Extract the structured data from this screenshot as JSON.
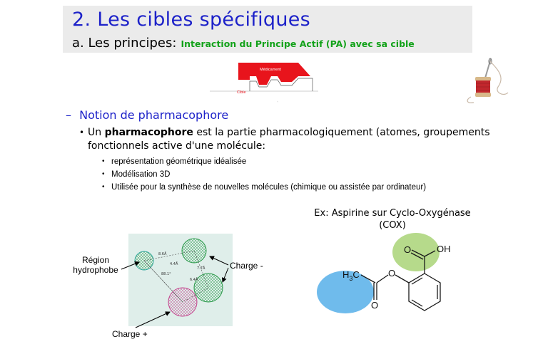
{
  "slide": {
    "title": "2. Les cibles spécifiques",
    "section": "a. Les principes:",
    "section_subtitle": "Interaction du Principe Actif (PA) avec sa cible",
    "notion_dash": "–",
    "notion_heading": "Notion de pharmacophore",
    "definition": {
      "bullet": "•",
      "pre": "Un ",
      "term": "pharmacophore",
      "post": " est la partie pharmacologiquement (atomes, groupements fonctionnels active d'une molécule:"
    },
    "sub_bullet": "•",
    "sub_items": [
      "représentation géométrique idéalisée",
      "Modélisation 3D",
      "Utilisée pour la synthèse de nouvelles molécules (chimique ou assistée par ordinateur)"
    ]
  },
  "top_figure": {
    "drug_label": "Médicament",
    "target_label": "Cible",
    "drug_color": "#e8141c"
  },
  "pharmacophore_figure": {
    "region_label": "Région hydrophobe",
    "charge_minus_label": "Charge -",
    "charge_plus_label": "Charge +",
    "distances": [
      "8.6Å",
      "7.7Å",
      "6.4Å",
      "88.1°",
      "4.4Å"
    ]
  },
  "aspirin": {
    "caption_line1": "Ex: Aspirine sur Cyclo-Oxygénase",
    "caption_line2": "(COX)",
    "atom_O_carbonyl": "O",
    "atom_OH": "OH",
    "atom_O_ester": "O",
    "atom_O_acetyl": "O",
    "methyl_H": "H",
    "methyl_sub": "3",
    "methyl_C": "C",
    "acid_highlight_color": "#b6da8b",
    "acetyl_highlight_color": "#6fbbec"
  }
}
